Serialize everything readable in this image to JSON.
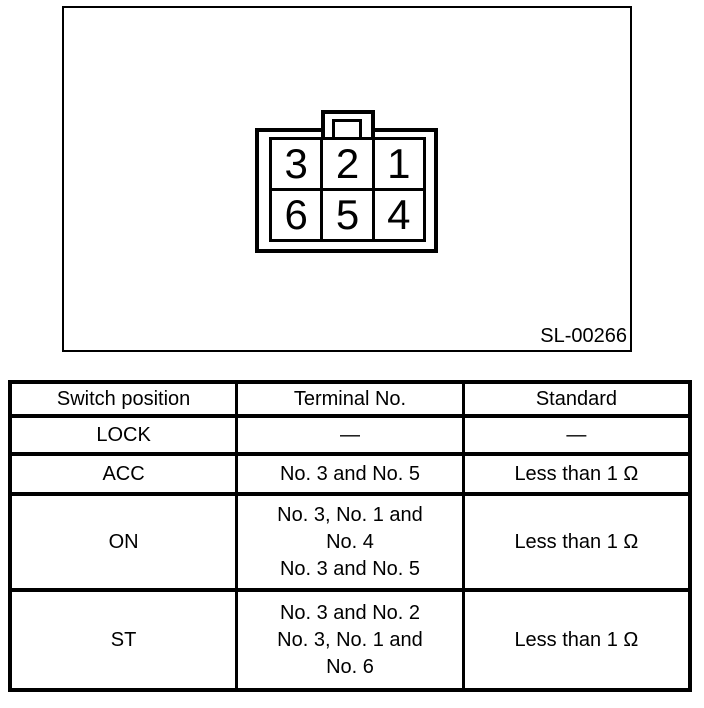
{
  "figure": {
    "code_label": "SL-00266",
    "connector": {
      "pins": [
        "3",
        "2",
        "1",
        "6",
        "5",
        "4"
      ]
    }
  },
  "table": {
    "headers": [
      "Switch position",
      "Terminal No.",
      "Standard"
    ],
    "rows": [
      {
        "position": "LOCK",
        "terminal": [
          "—"
        ],
        "standard": "—"
      },
      {
        "position": "ACC",
        "terminal": [
          "No. 3 and No. 5"
        ],
        "standard": "Less than 1 Ω"
      },
      {
        "position": "ON",
        "terminal": [
          "No. 3, No. 1 and",
          "No. 4",
          "No. 3 and No. 5"
        ],
        "standard": "Less than 1 Ω"
      },
      {
        "position": "ST",
        "terminal": [
          "No. 3 and No. 2",
          "No. 3, No. 1 and",
          "No. 6"
        ],
        "standard": "Less than 1 Ω"
      }
    ]
  },
  "colors": {
    "ink": "#000000",
    "paper": "#ffffff"
  }
}
